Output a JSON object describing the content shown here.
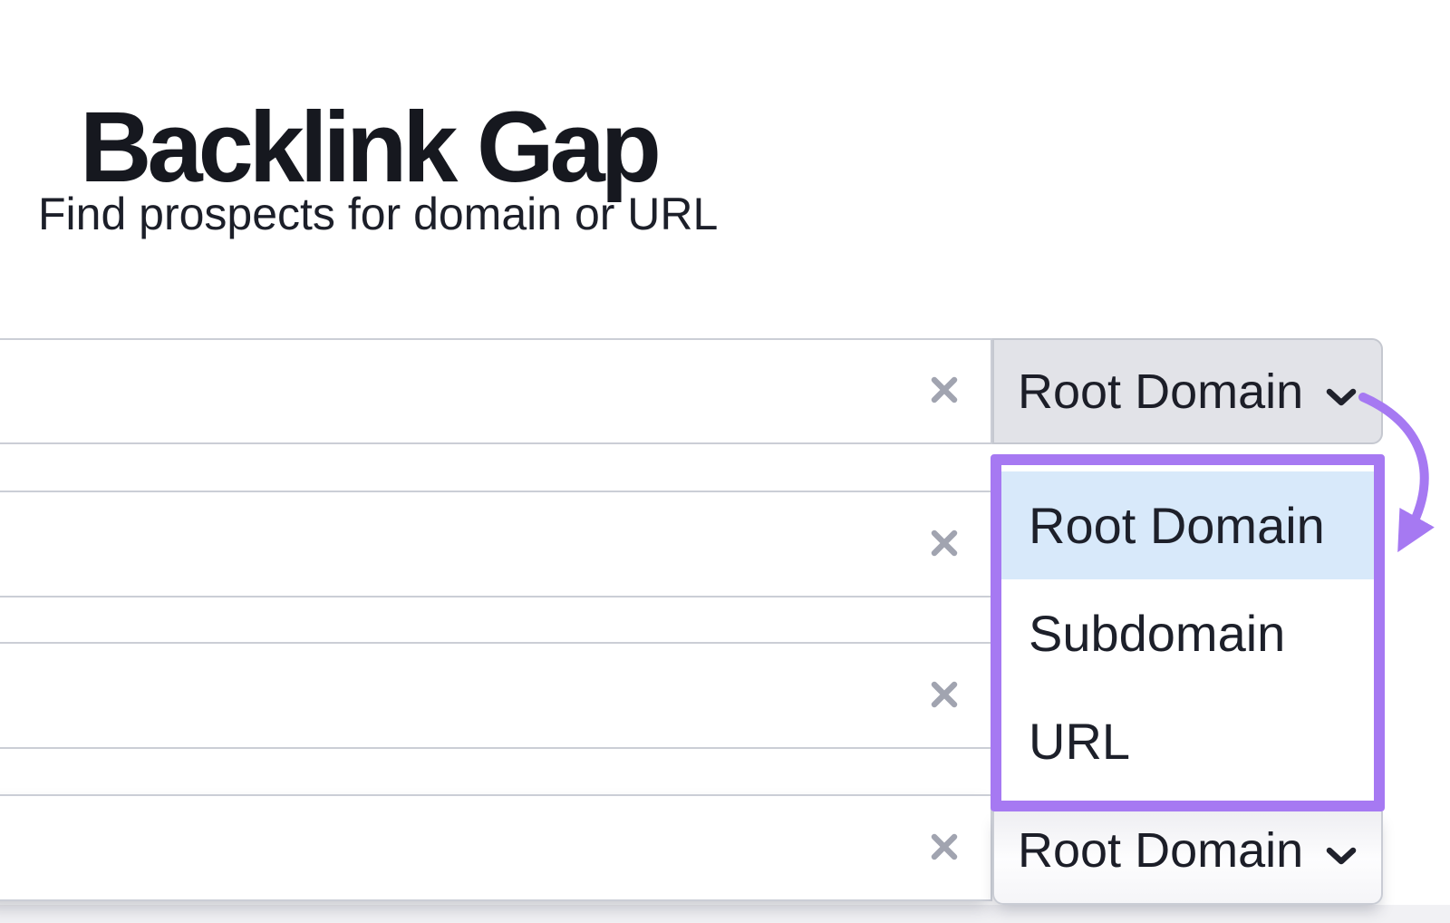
{
  "page": {
    "title": "Backlink Gap",
    "subtitle": "Find prospects for domain or URL"
  },
  "rows": [
    {
      "value": "",
      "selector": "Root Domain",
      "selector_visible": true
    },
    {
      "value": "",
      "selector_visible": false
    },
    {
      "value": "",
      "selector_visible": false
    },
    {
      "value": "",
      "selector": "Root Domain",
      "selector_visible": true
    }
  ],
  "dropdown": {
    "options": [
      {
        "label": "Root Domain",
        "selected": true
      },
      {
        "label": "Subdomain",
        "selected": false
      },
      {
        "label": "URL",
        "selected": false
      }
    ]
  },
  "icons": {
    "clear": "x-icon",
    "chevron": "chevron-down-icon",
    "annotation": "curved-arrow"
  },
  "colors": {
    "accent_purple": "#a679f2",
    "highlight_blue": "#d8e9fa",
    "button_gray": "#e2e3e8",
    "text_dark": "#16181f",
    "icon_gray": "#a1a4b0"
  }
}
